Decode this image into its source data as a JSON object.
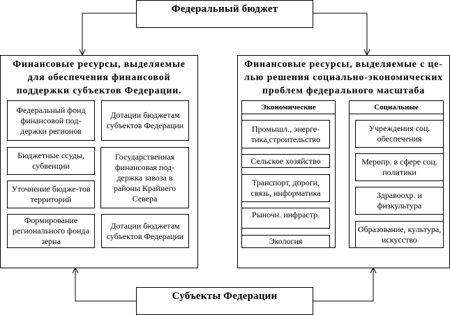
{
  "diagram": {
    "top_node": "Федеральный бюджет",
    "bottom_node": "Субъекты Федерации",
    "left_panel": {
      "title": "Финансовые ресурсы, выделяемые для обеспечения финансовой поддержки субъектов Федерации.",
      "items": [
        "Федеральный фонд финансовой под-держки регионов",
        "Дотации бюджетам субъектов Федерации",
        "Бюджетные ссуды, субвенции",
        "Государственная финансовая под-держка завоза в районы Крайнего Севера",
        "Уточнение бюдже-тов территорий",
        "Формирование регионального фонда зерна",
        "Дотации бюджетам субъектов Федерации"
      ]
    },
    "right_panel": {
      "title": "Финансовые ресурсы, выделяемые с це-лью решения социально-экономических проблем федерального масштаба",
      "economic": {
        "header": "Экономические",
        "items": [
          "Промышл., энерге-тика,строительство",
          "Сельское хозяйство",
          "Транспорт, дороги, связь, информатика",
          "Рыночн. инфрастр.",
          "Экология"
        ]
      },
      "social": {
        "header": "Социальные",
        "items": [
          "Учреждения соц. обеспечения",
          "Меропр. в сфере соц. политики",
          "Здравоохр. и физкультура",
          "Образование, культура, искусство"
        ]
      }
    }
  }
}
